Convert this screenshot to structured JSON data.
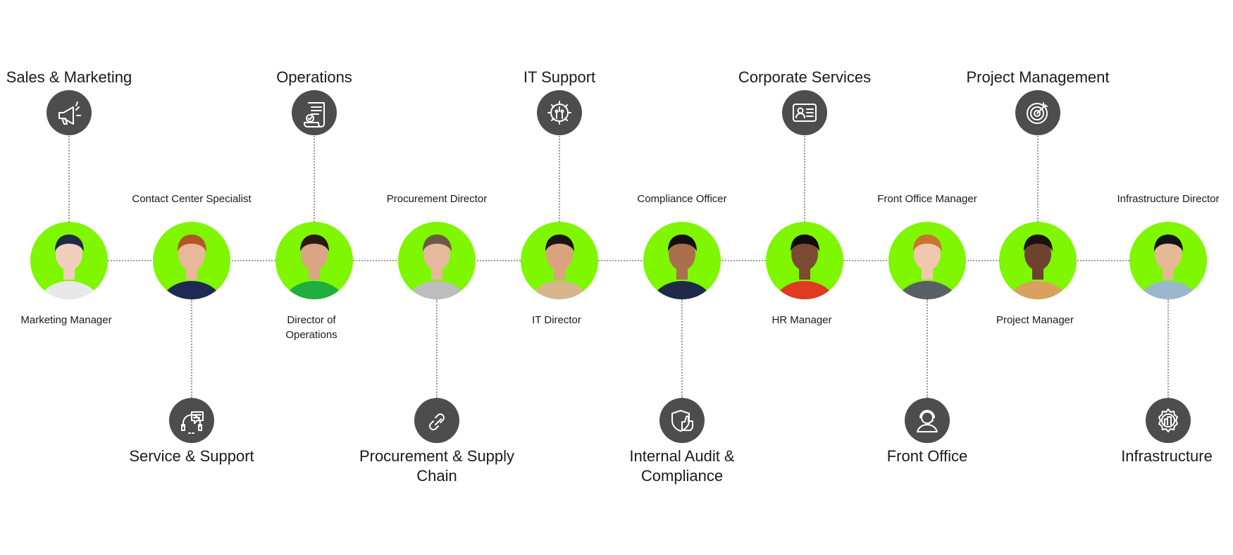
{
  "colors": {
    "avatar_bg": "#7ef700",
    "icon_bg": "#4d4d4d",
    "line": "#9a9a9a"
  },
  "nodes": [
    {
      "role": "Marketing Manager",
      "category": "Sales & Marketing",
      "icon": "megaphone-icon",
      "side": "top",
      "skin": "#f0d0bc",
      "shirt": "#e8e8e8",
      "hair": "#1f2a44"
    },
    {
      "role": "Contact Center Specialist",
      "category": "Service & Support",
      "icon": "headset-chat-icon",
      "side": "bottom",
      "skin": "#e9b79a",
      "shirt": "#1e2a55",
      "hair": "#b4562a"
    },
    {
      "role": "Director of Operations",
      "category": "Operations",
      "icon": "checklist-scroll-icon",
      "side": "top",
      "skin": "#d9a583",
      "shirt": "#1fae3f",
      "hair": "#2a1a12"
    },
    {
      "role": "Procurement Director",
      "category": "Procurement & Supply Chain",
      "icon": "link-icon",
      "side": "bottom",
      "skin": "#e6b89c",
      "shirt": "#bdbdbd",
      "hair": "#6b5a48"
    },
    {
      "role": "IT Director",
      "category": "IT Support",
      "icon": "gear-circuit-icon",
      "side": "top",
      "skin": "#d9a37f",
      "shirt": "#d7b58f",
      "hair": "#1c1510"
    },
    {
      "role": "Compliance Officer",
      "category": "Internal Audit & Compliance",
      "icon": "shield-thumbs-up-icon",
      "side": "bottom",
      "skin": "#a8704f",
      "shirt": "#1f2a4a",
      "hair": "#151010"
    },
    {
      "role": "HR Manager",
      "category": "Corporate Services",
      "icon": "id-card-icon",
      "side": "top",
      "skin": "#7a4b32",
      "shirt": "#e03a22",
      "hair": "#120c0a"
    },
    {
      "role": "Front Office Manager",
      "category": "Front Office",
      "icon": "receptionist-icon",
      "side": "bottom",
      "skin": "#f0c8ad",
      "shirt": "#5a6066",
      "hair": "#c9752f"
    },
    {
      "role": "Project Manager",
      "category": "Project Management",
      "icon": "target-icon",
      "side": "top",
      "skin": "#6d4330",
      "shirt": "#d9a060",
      "hair": "#1b120d"
    },
    {
      "role": "Infrastructure Director",
      "category": "Infrastructure",
      "icon": "gear-building-icon",
      "side": "bottom",
      "skin": "#e7b896",
      "shirt": "#9ab7cc",
      "hair": "#141414"
    }
  ]
}
